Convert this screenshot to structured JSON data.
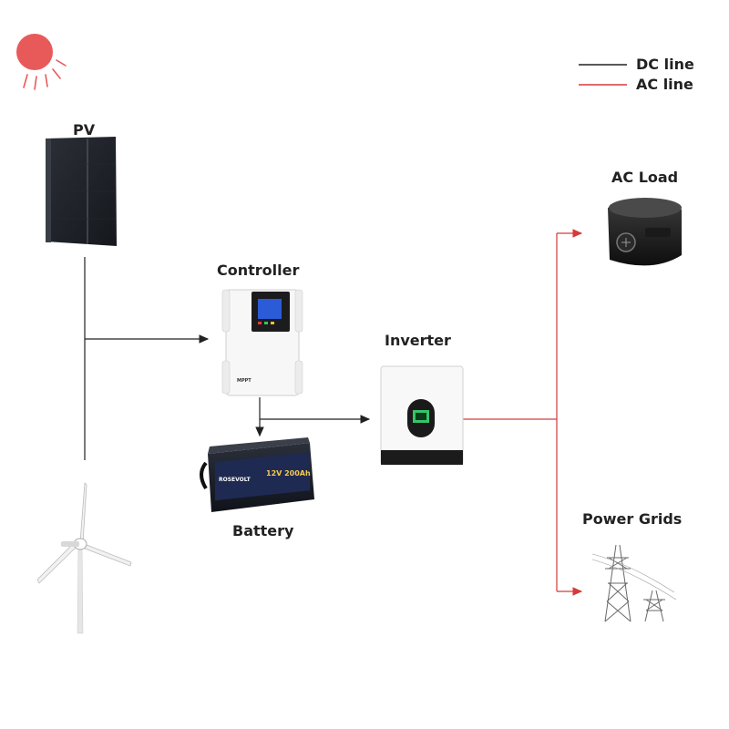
{
  "legend": {
    "dc_label": "DC line",
    "ac_label": "AC line",
    "dc_color": "#222222",
    "ac_color": "#d63a3a"
  },
  "nodes": {
    "pv": "PV",
    "controller": "Controller",
    "inverter": "Inverter",
    "battery": "Battery",
    "ac_load": "AC Load",
    "power_grids": "Power Grids"
  },
  "icons": [
    "sun-icon",
    "solar-panel-icon",
    "wind-turbine-icon",
    "controller-icon",
    "battery-icon",
    "inverter-icon",
    "rice-cooker-icon",
    "power-tower-icon"
  ],
  "device_text": {
    "controller_brand": "MPPT",
    "battery_brand": "ROSEVOLT",
    "battery_spec": "12V 200Ah"
  }
}
